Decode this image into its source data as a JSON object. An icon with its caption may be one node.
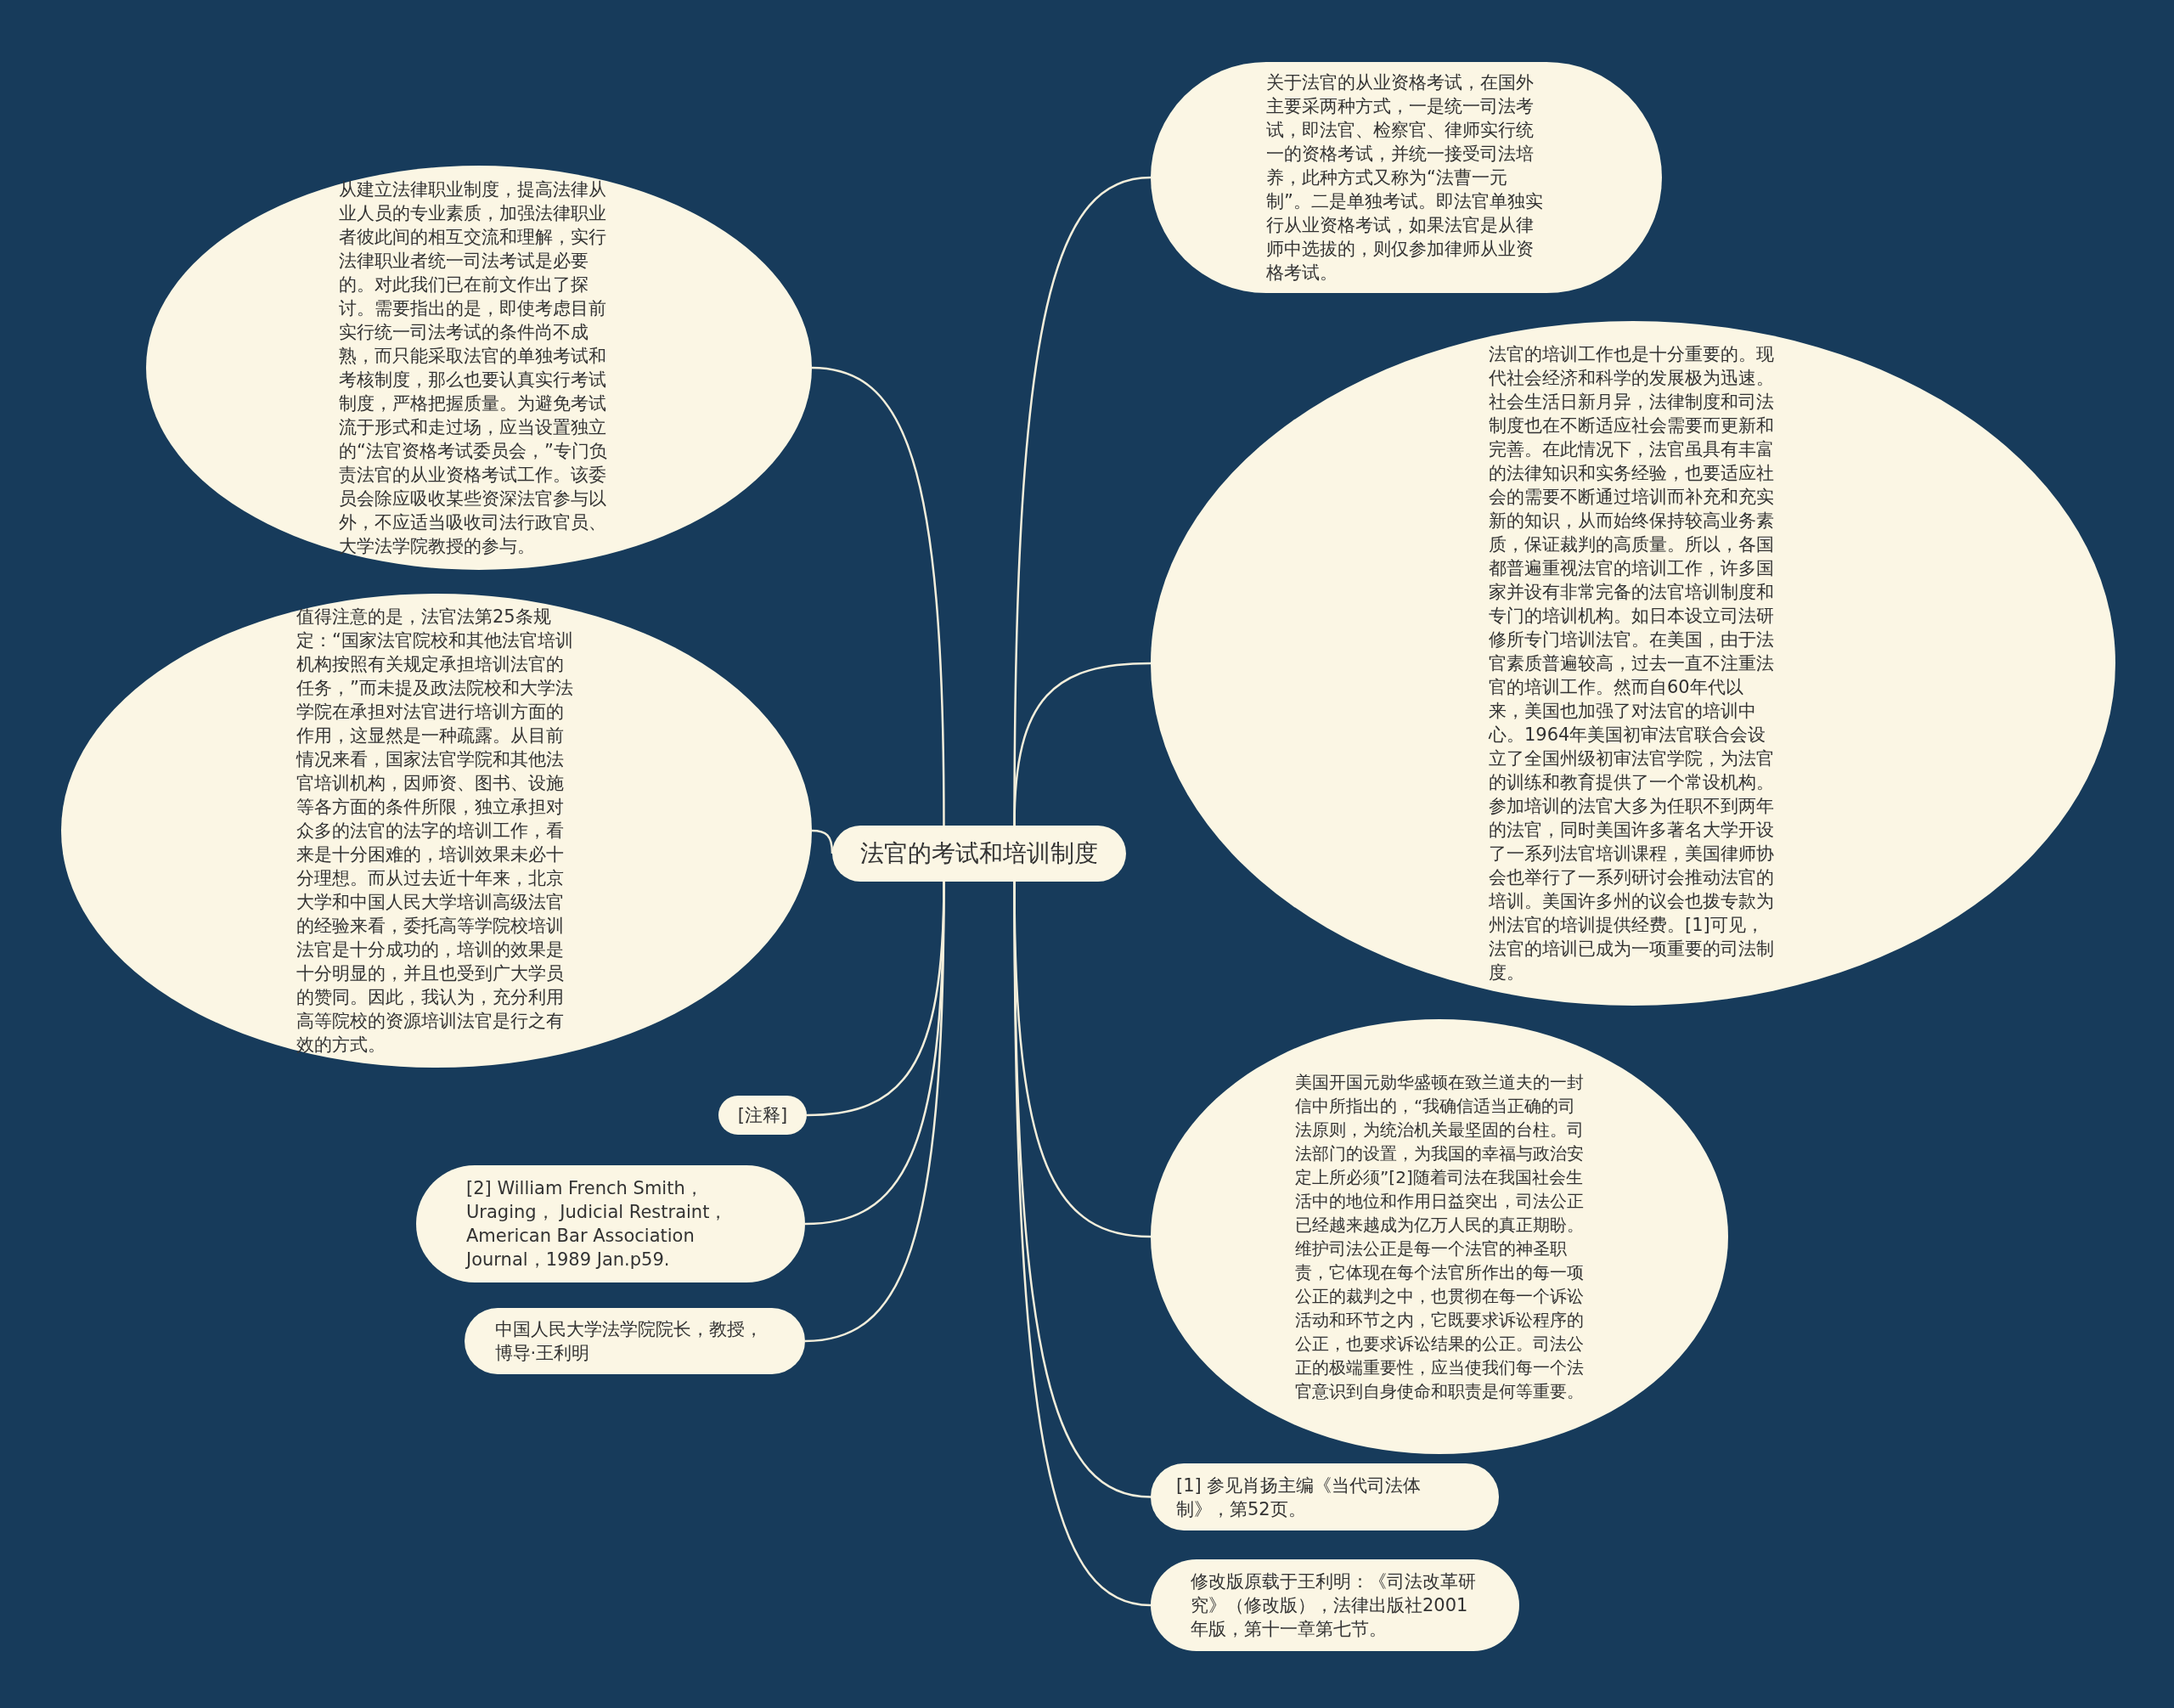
{
  "diagram": {
    "nodes": [
      {
        "text": [
          "法官的考试和培训制度"
        ]
      },
      {
        "text": [
          "关于法官的从业资格考试，在国外主要采两种方式，一是统一司法考试，即法官、检察官、律师实行统一的资格考试，并统一接受司法培养，此种方式又称为“法曹一元制”。二是单独考试。即法官单独实行从业资格考试，如果法官是从律师中选拔的，则仅参加律师从业资格考试。"
        ]
      },
      {
        "text": [
          "从建立法律职业制度，提高法律从业人员的专业素质，加强法律职业者彼此间的相互交流和理解，实行法律职业者统一司法考试是必要的。对此我们已在前文作出了探讨。需要指出的是，即使考虑目前实行统一司法考试的条件尚不成熟，而只能采取法官的单独考试和考核制度，那么也要认真实行考试制度，严格把握质量。为避免考试流于形式和走过场，应当设置独立的“法官资格考试委员会，”专门负责法官的从业资格考试工作。该委员会除应吸收某些资深法官参与以外，不应适当吸收司法行政官员、大学法学院教授的参与。"
        ]
      },
      {
        "text": [
          "法官的培训工作也是十分重要的。现代社会经济和科学的发展极为迅速。社会生活日新月异，法律制度和司法制度也在不断适应社会需要而更新和完善。在此情况下，法官虽具有丰富的法律知识和实务经验，也要适应社会的需要不断通过培训而补充和充实新的知识，从而始终保持较高业务素质，保证裁判的高质量。所以，各国都普遍重视法官的培训工作，许多国家并设有非常完备的法官培训制度和专门的培训机构。如日本设立司法研修所专门培训法官。在美国，由于法官素质普遍较高，过去一直不注重法官的培训工作。然而自60年代以来，美国也加强了对法官的培训中心。1964年美国初审法官联合会设立了全国州级初审法官学院，为法官的训练和教育提供了一个常设机构。参加培训的法官大多为任职不到两年的法官，同时美国许多著名大学开设了一系列法官培训课程，美国律师协会也举行了一系列研讨会推动法官的培训。美国许多州的议会也拨专款为州法官的培训提供经费。[1]可见，法官的培训已成为一项重要的司法制度。"
        ]
      },
      {
        "text": [
          "值得注意的是，法官法第25条规定：“国家法官院校和其他法官培训机构按照有关规定承担培训法官的任务，”而未提及政法院校和大学法学院在承担对法官进行培训方面的作用，这显然是一种疏露。从目前情况来看，国家法官学院和其他法官培训机构，因师资、图书、设施等各方面的条件所限，独立承担对众多的法官的法字的培训工作，看来是十分困难的，培训效果未必十分理想。而从过去近十年来，北京大学和中国人民大学培训高级法官的经验来看，委托高等学院校培训法官是十分成功的，培训的效果是十分明显的，并且也受到广大学员的赞同。因此，我认为，充分利用高等院校的资源培训法官是行之有效的方式。"
        ]
      },
      {
        "text": [
          "[注释]"
        ]
      },
      {
        "text": [
          "[2] William French Smith， Uraging， Judicial Restraint， American Bar Association Journal，1989 Jan.p59."
        ]
      },
      {
        "text": [
          "美国开国元勋华盛顿在致兰道夫的一封信中所指出的，“我确信适当正确的司法原则，为统治机关最坚固的台柱。司法部门的设置，为我国的幸福与政治安定上所必须”[2]随着司法在我国社会生活中的地位和作用日益突出，司法公正已经越来越成为亿万人民的真正期盼。维护司法公正是每一个法官的神圣职责，它体现在每个法官所作出的每一项公正的裁判之中，也贯彻在每一个诉讼活动和环节之内，它既要求诉讼程序的公正，也要求诉讼结果的公正。司法公正的极端重要性，应当使我们每一个法官意识到自身使命和职责是何等重要。"
        ]
      },
      {
        "text": [
          "中国人民大学法学院院长，教授，博导·王利明"
        ]
      },
      {
        "text": [
          "[1] 参见肖扬主编《当代司法体制》，第52页。"
        ]
      },
      {
        "text": [
          "修改版原载于王利明：《司法改革研究》（修改版），法律出版社2001年版，第十一章第七节。"
        ]
      }
    ],
    "edges": [
      {
        "from": 0,
        "to": 1,
        "arrow": "none"
      },
      {
        "from": 0,
        "to": 2,
        "arrow": "none"
      },
      {
        "from": 0,
        "to": 3,
        "arrow": "none"
      },
      {
        "from": 0,
        "to": 4,
        "arrow": "none"
      },
      {
        "from": 0,
        "to": 5,
        "arrow": "none"
      },
      {
        "from": 0,
        "to": 6,
        "arrow": "none"
      },
      {
        "from": 0,
        "to": 7,
        "arrow": "none"
      },
      {
        "from": 0,
        "to": 8,
        "arrow": "none"
      },
      {
        "from": 0,
        "to": 9,
        "arrow": "none"
      },
      {
        "from": 0,
        "to": 10,
        "arrow": "none"
      }
    ]
  }
}
